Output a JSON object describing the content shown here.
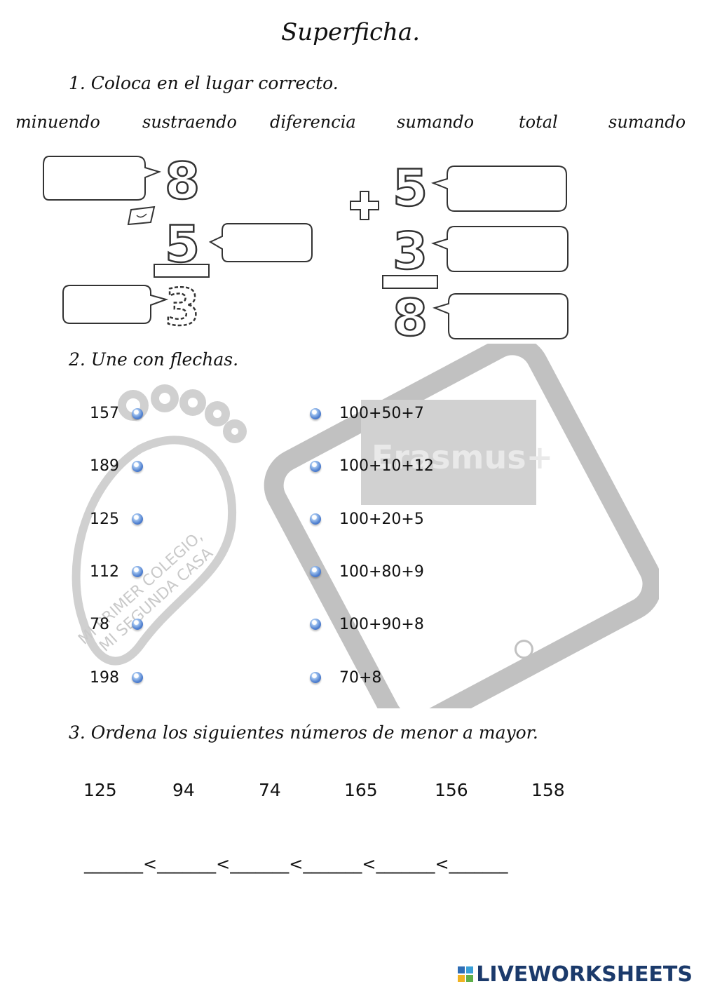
{
  "title": "Superficha.",
  "section1": {
    "heading": "1. Coloca en el lugar correcto.",
    "words": [
      "minuendo",
      "sustraendo",
      "diferencia",
      "sumando",
      "total",
      "sumando"
    ],
    "subtraction": {
      "top": "8",
      "middle": "5",
      "result": "3"
    },
    "addition": {
      "top": "5",
      "middle": "3",
      "result": "8"
    }
  },
  "section2": {
    "heading": "2. Une con flechas.",
    "left": [
      "157",
      "189",
      "125",
      "112",
      "78",
      "198"
    ],
    "right": [
      "100+50+7",
      "100+10+12",
      "100+20+5",
      "100+80+9",
      "100+90+8",
      "70+8"
    ]
  },
  "section3": {
    "heading": "3. Ordena los siguientes números de menor a mayor.",
    "numbers": [
      "125",
      "94",
      "74",
      "165",
      "156",
      "158"
    ],
    "answer_line": "_______<_______<_______<_______<_______<_______"
  },
  "watermark": {
    "text1": "MI PRIMER COLEGIO,",
    "text2": "MI SEGUNDA CASA",
    "erasmus": "Erasmus+"
  },
  "logo": {
    "text": "LIVEWORKSHEETS"
  },
  "colors": {
    "dot": "#4f7fcf",
    "watermark": "#8a8a8a",
    "logo": "#1b3a6b"
  }
}
